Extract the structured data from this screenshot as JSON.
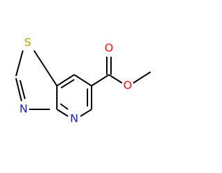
{
  "molecule": {
    "atoms": {
      "sulfur": {
        "symbol": "S",
        "color": "#b3a400"
      },
      "thiazole_nitrogen": {
        "symbol": "N",
        "color": "#1a1aff"
      },
      "pyridine_nitrogen": {
        "symbol": "N",
        "color": "#1a1aff"
      },
      "carbonyl_oxygen": {
        "symbol": "O",
        "color": "#ff0d0d"
      },
      "ester_oxygen": {
        "symbol": "O",
        "color": "#ff0d0d"
      }
    },
    "bond_color": "#000000"
  }
}
